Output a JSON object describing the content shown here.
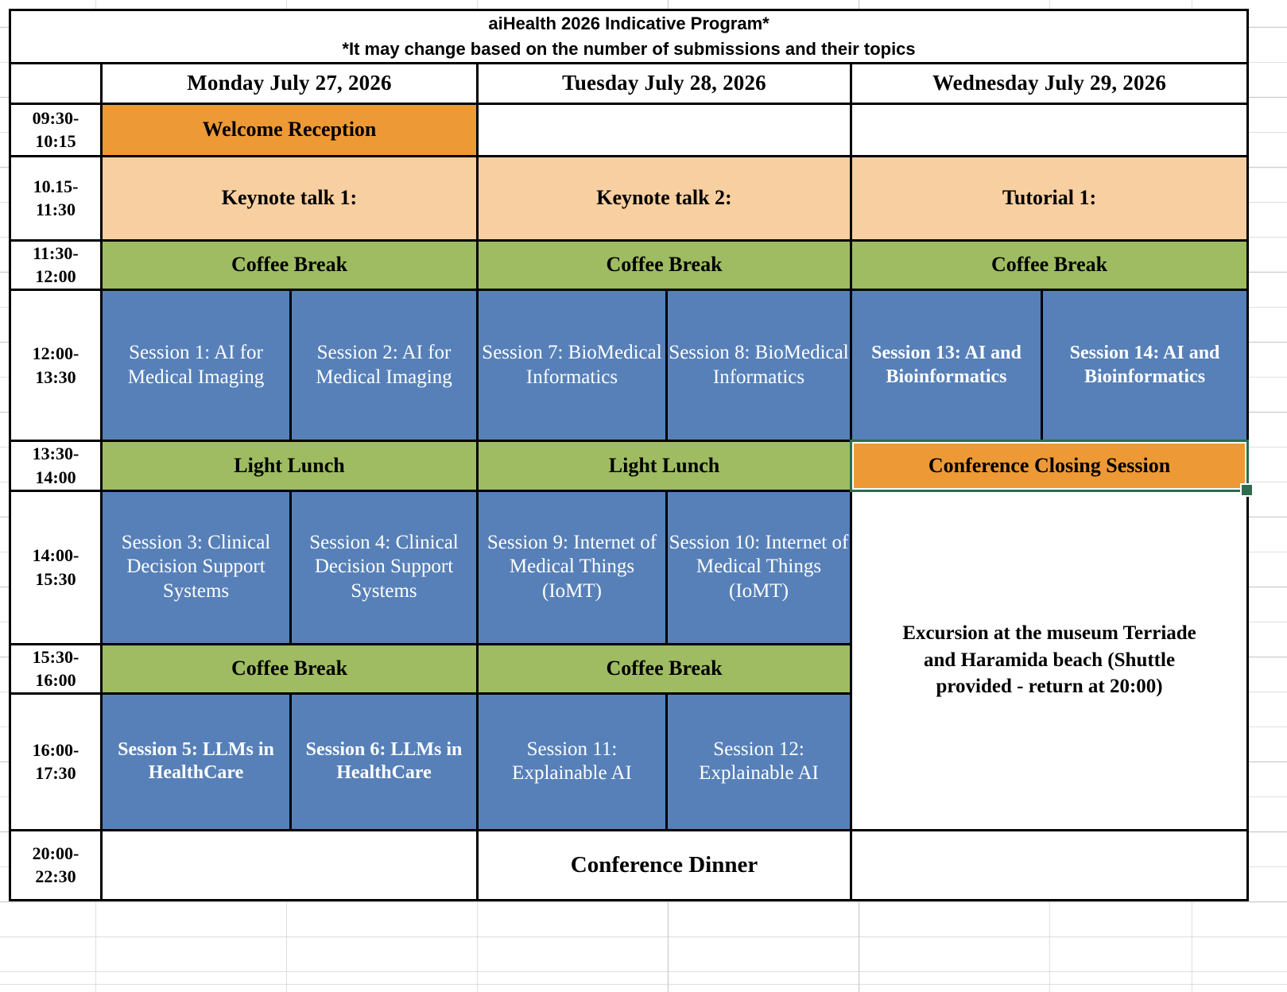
{
  "header": {
    "title": "aiHealth 2026 Indicative Program*",
    "subtitle": "*It may change based on the number of submissions and their topics"
  },
  "columns": {
    "time_header": "",
    "days": [
      "Monday July 27, 2026",
      "Tuesday July 28, 2026",
      "Wednesday July 29, 2026"
    ]
  },
  "colors": {
    "orange": "#ED9A36",
    "peach": "#F8CFA0",
    "green": "#9FBC62",
    "blue": "#5780B8",
    "selection": "#2E6B4F",
    "session_text": "#FFFFFF",
    "border": "#000000"
  },
  "rows": [
    {
      "time_start": "09:30-",
      "time_end": "10:15",
      "monday": "Welcome Reception",
      "tuesday": "",
      "wednesday": ""
    },
    {
      "time_start": "10.15-",
      "time_end": "11:30",
      "monday": "Keynote talk 1:",
      "tuesday": "Keynote talk 2:",
      "wednesday": "Tutorial 1:"
    },
    {
      "time_start": "11:30-",
      "time_end": "12:00",
      "monday": "Coffee Break",
      "tuesday": "Coffee Break",
      "wednesday": "Coffee Break"
    },
    {
      "time_start": "12:00-",
      "time_end": "13:30",
      "sessions": [
        "Session 1: AI for Medical Imaging",
        "Session 2: AI for Medical Imaging",
        "Session 7: BioMedical Informatics",
        "Session 8: BioMedical Informatics",
        "Session 13: AI and Bioinformatics",
        "Session 14: AI and Bioinformatics"
      ]
    },
    {
      "time_start": "13:30-",
      "time_end": "14:00",
      "monday": "Light Lunch",
      "tuesday": "Light Lunch",
      "wednesday": "Conference Closing Session"
    },
    {
      "time_start": "14:00-",
      "time_end": "15:30",
      "sessions": [
        "Session 3: Clinical Decision Support Systems",
        "Session 4: Clinical Decision Support Systems",
        "Session 9: Internet of Medical Things (IoMT)",
        "Session 10: Internet of Medical Things (IoMT)"
      ],
      "wednesday_lines": [
        "Excursion at the museum Terriade",
        "and Haramida beach (Shuttle",
        "provided - return at 20:00)"
      ]
    },
    {
      "time_start": "15:30-",
      "time_end": "16:00",
      "monday": "Coffee Break",
      "tuesday": "Coffee Break"
    },
    {
      "time_start": "16:00-",
      "time_end": "17:30",
      "sessions": [
        "Session 5: LLMs in HealthCare",
        "Session 6: LLMs in HealthCare",
        "Session 11: Explainable AI",
        "Session 12: Explainable AI"
      ]
    },
    {
      "time_start": "20:00-",
      "time_end": "22:30",
      "monday": "",
      "tuesday": "Conference Dinner",
      "wednesday": ""
    }
  ]
}
